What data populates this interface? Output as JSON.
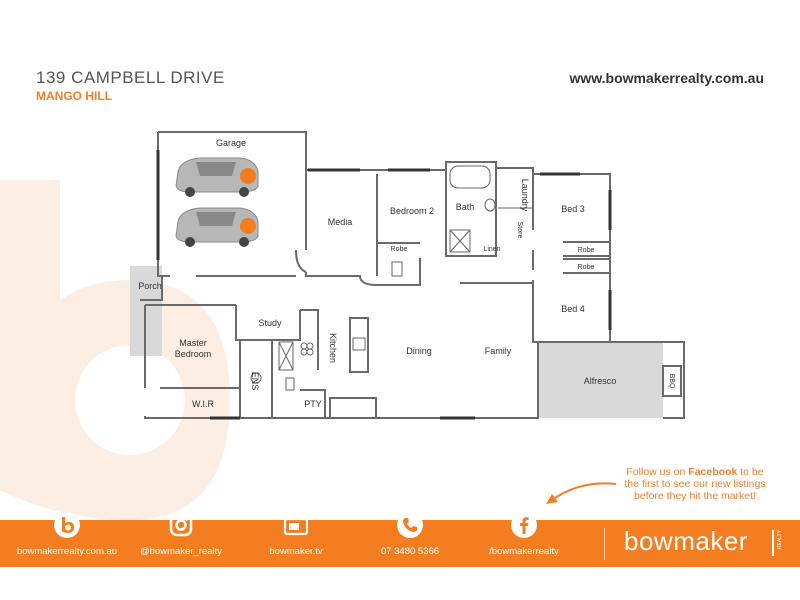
{
  "header": {
    "address": "139 CAMPBELL DRIVE",
    "suburb": "MANGO HILL",
    "website": "www.bowmakerrealty.com.au"
  },
  "rooms": {
    "garage": "Garage",
    "media": "Media",
    "bedroom2": "Bedroom 2",
    "bath": "Bath",
    "laundry": "Laundry",
    "bed3": "Bed 3",
    "robe_b2": "Robe",
    "linen": "Linen",
    "store": "Store",
    "robe_b3": "Robe",
    "robe_b4": "Robe",
    "porch": "Porch",
    "study": "Study",
    "kitchen": "Kitchen",
    "master_line1": "Master",
    "master_line2": "Bedroom",
    "ens": "ENS",
    "dining": "Dining",
    "family": "Family",
    "bed4": "Bed 4",
    "alfresco": "Alfresco",
    "bbq": "BBQ",
    "wir": "W.I.R",
    "pty": "PTY"
  },
  "promo": {
    "line1a": "Follow us on ",
    "line1b": "Facebook",
    "line1c": " to be",
    "line2": "the first to see our new listings",
    "line3": "before they hit the market!"
  },
  "footer": {
    "items": [
      {
        "label": "bowmakerrealty.com.au",
        "icon": "b-logo-icon"
      },
      {
        "label": "@bowmaker_realty",
        "icon": "instagram-icon"
      },
      {
        "label": "bowmaker.tv",
        "icon": "tv-icon"
      },
      {
        "label": "07 3480 5366",
        "icon": "phone-icon"
      },
      {
        "label": "/bowmakerrealty",
        "icon": "facebook-icon"
      }
    ],
    "brand": "bowmaker",
    "brand_sub": "REALTY"
  },
  "colors": {
    "accent": "#f47d20",
    "brand_text": "#f07f2a",
    "alfresco": "#d9d9d9",
    "porch": "#d9d9d9"
  }
}
